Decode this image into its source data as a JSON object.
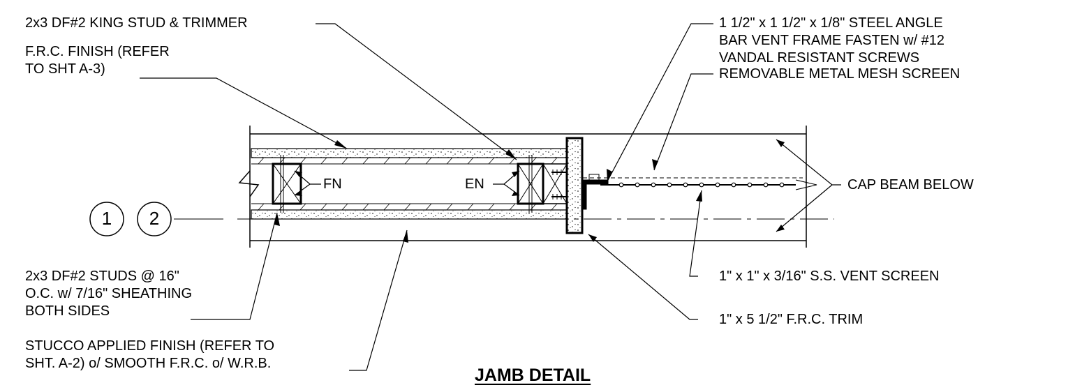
{
  "title": "JAMB DETAIL",
  "grid_bubbles": [
    "1",
    "2"
  ],
  "fastener_tags": {
    "field_nailing": "FN",
    "edge_nailing": "EN"
  },
  "notes": {
    "king_stud": [
      "2x3 DF#2 KING STUD & TRIMMER"
    ],
    "frc_finish": [
      "F.R.C. FINISH (REFER",
      "TO SHT A-3)"
    ],
    "steel_angle": [
      "1 1/2\" x 1 1/2\" x 1/8\" STEEL ANGLE",
      "BAR VENT FRAME FASTEN w/ #12",
      "VANDAL RESISTANT SCREWS"
    ],
    "mesh_screen": [
      "REMOVABLE METAL MESH SCREEN"
    ],
    "cap_beam": [
      "CAP BEAM BELOW"
    ],
    "studs": [
      "2x3 DF#2 STUDS @ 16\"",
      "O.C. w/ 7/16\" SHEATHING",
      "BOTH  SIDES"
    ],
    "stucco": [
      "STUCCO APPLIED FINISH (REFER TO",
      "SHT. A-2) o/ SMOOTH F.R.C. o/ W.R.B."
    ],
    "vent_screen": [
      "1\" x 1\" x 3/16\" S.S. VENT SCREEN"
    ],
    "frc_trim": [
      "1\" x 5 1/2\" F.R.C. TRIM"
    ]
  }
}
